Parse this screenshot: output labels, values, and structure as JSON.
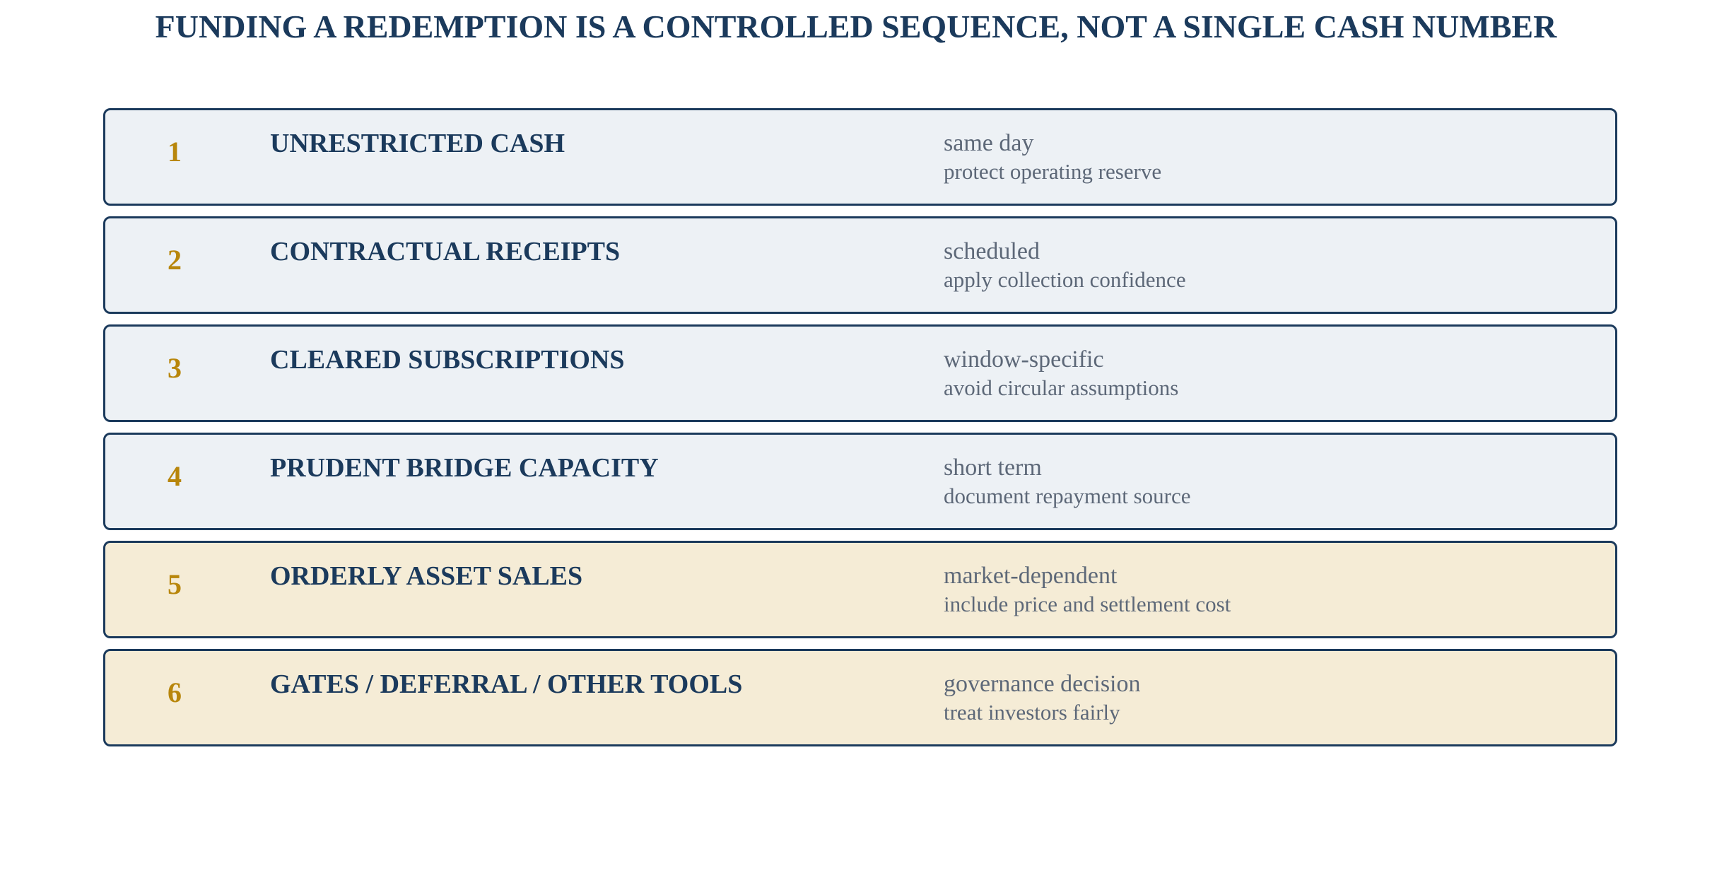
{
  "title": "FUNDING A REDEMPTION IS A CONTROLLED SEQUENCE, NOT A SINGLE CASH NUMBER",
  "colors": {
    "title": "#1b3a5c",
    "border": "#1b3a5c",
    "number": "#b8860b",
    "detail_text": "#5d6878",
    "row_fill_primary": "#edf1f5",
    "row_fill_secondary": "#f5ecd6"
  },
  "steps": [
    {
      "number": "1",
      "label": "UNRESTRICTED CASH",
      "timing": "same day",
      "note": "protect operating reserve",
      "tone": "a"
    },
    {
      "number": "2",
      "label": "CONTRACTUAL RECEIPTS",
      "timing": "scheduled",
      "note": "apply collection confidence",
      "tone": "a"
    },
    {
      "number": "3",
      "label": "CLEARED SUBSCRIPTIONS",
      "timing": "window-specific",
      "note": "avoid circular assumptions",
      "tone": "a"
    },
    {
      "number": "4",
      "label": "PRUDENT BRIDGE CAPACITY",
      "timing": "short term",
      "note": "document repayment source",
      "tone": "a"
    },
    {
      "number": "5",
      "label": "ORDERLY ASSET SALES",
      "timing": "market-dependent",
      "note": "include price and settlement cost",
      "tone": "b"
    },
    {
      "number": "6",
      "label": "GATES / DEFERRAL / OTHER TOOLS",
      "timing": "governance decision",
      "note": "treat investors fairly",
      "tone": "b"
    }
  ]
}
